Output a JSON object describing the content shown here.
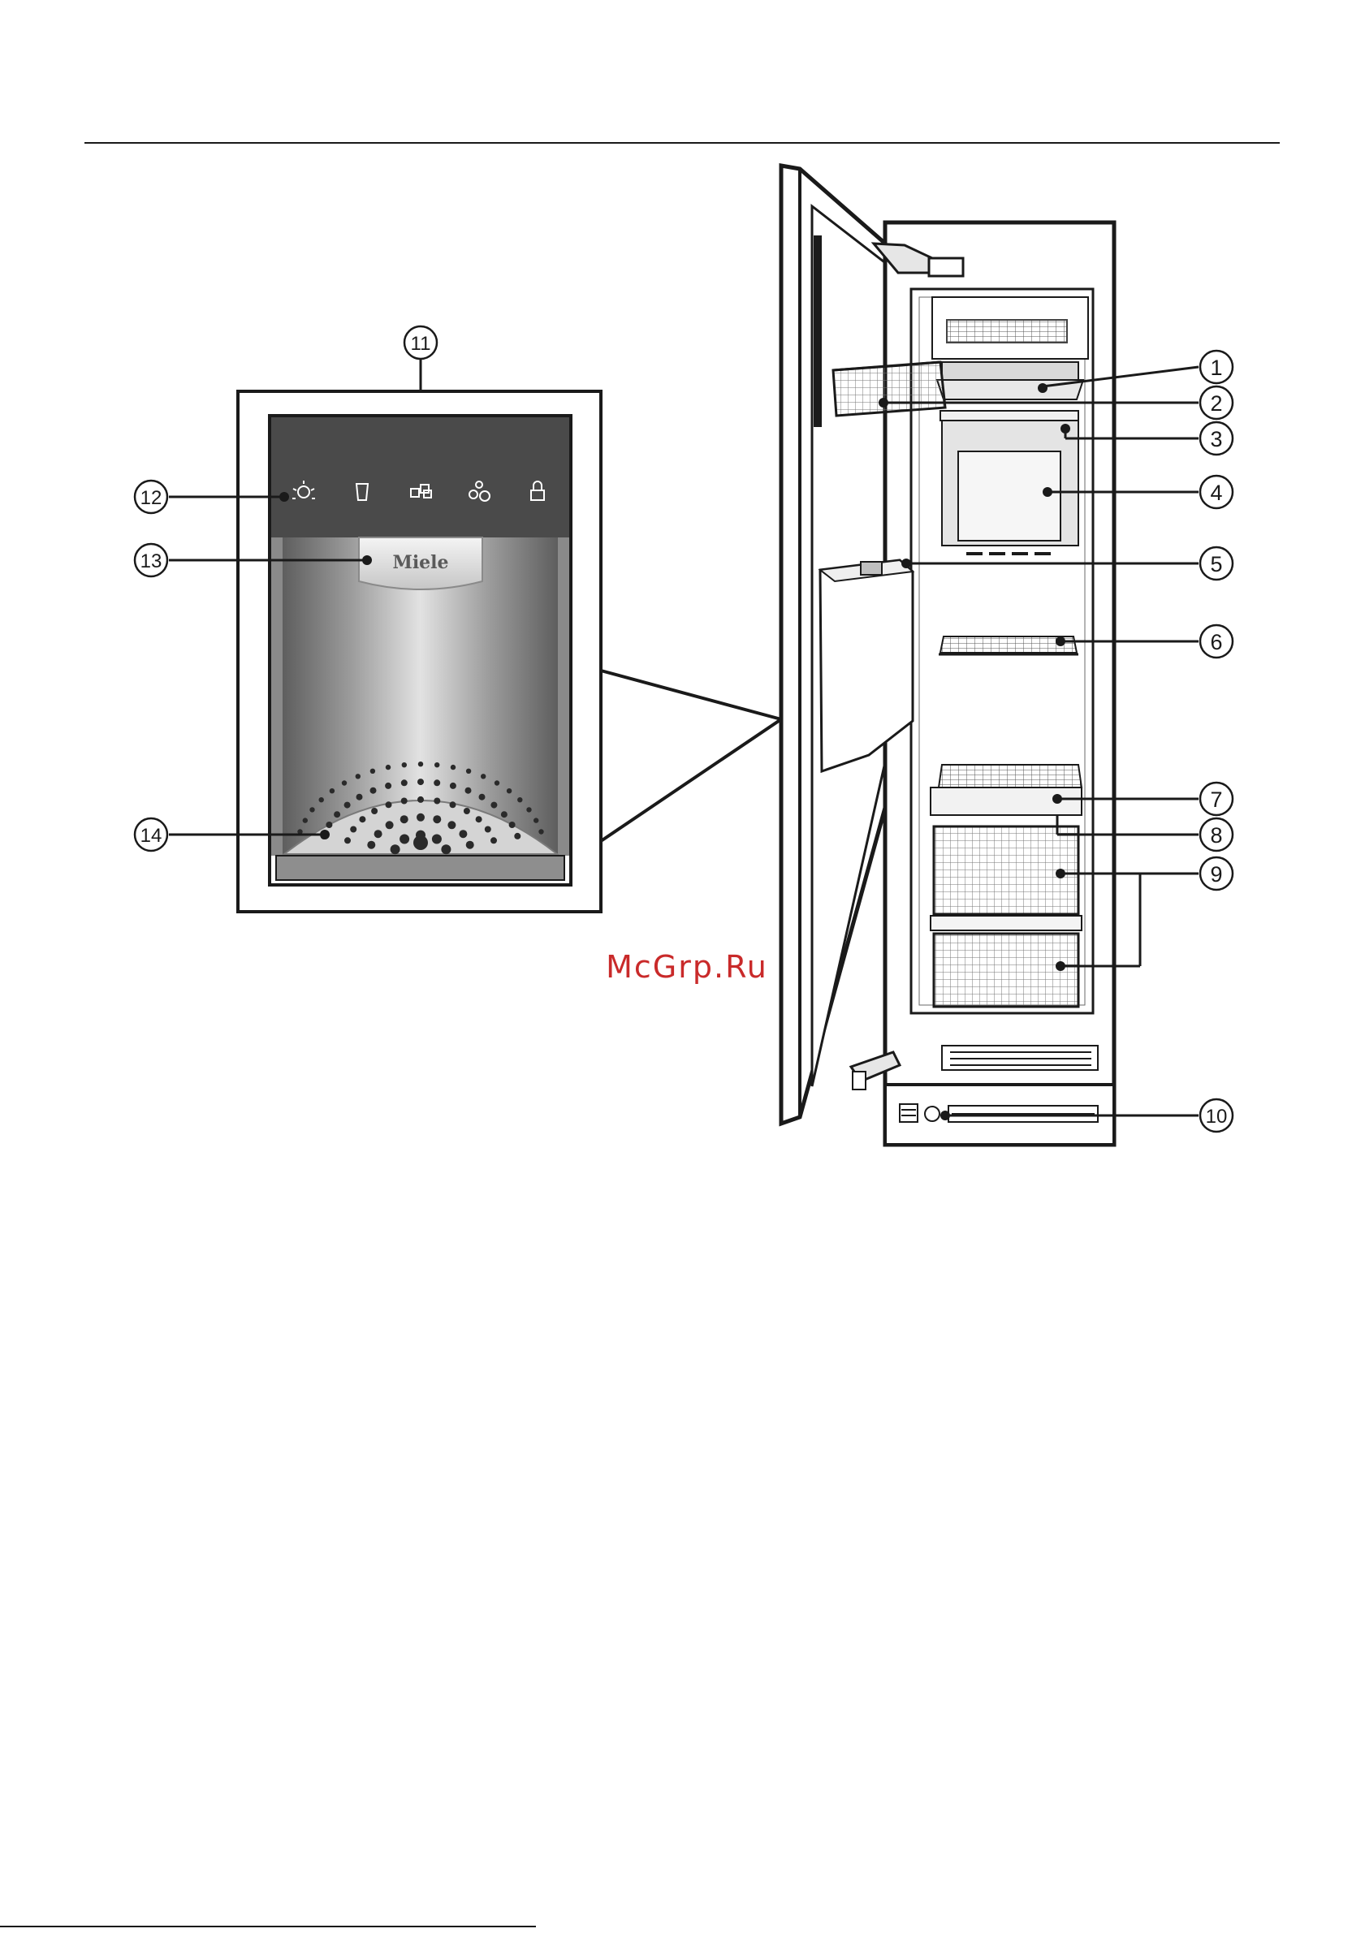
{
  "callouts": {
    "c1": "1",
    "c2": "2",
    "c3": "3",
    "c4": "4",
    "c5": "5",
    "c6": "6",
    "c7": "7",
    "c8": "8",
    "c9": "9",
    "c10": "10",
    "c11": "11",
    "c12": "12",
    "c13": "13",
    "c14": "14"
  },
  "dispenser": {
    "logo_text": "Miele",
    "icons": [
      "light-icon",
      "water-glass-icon",
      "ice-cubes-icon",
      "crushed-ice-icon",
      "lock-icon"
    ]
  },
  "watermark": "McGrp.Ru",
  "colors": {
    "line": "#1a1a1a",
    "panel_dark": "#4a4a4a",
    "watermark": "#c92a2a"
  }
}
